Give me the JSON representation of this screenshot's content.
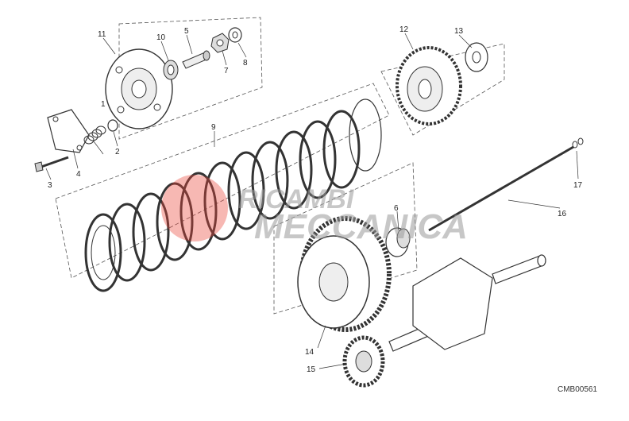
{
  "diagram": {
    "code": "CMB00561",
    "watermark": {
      "line1": "RICAMBI",
      "line2": "MECCANICA"
    },
    "labels": [
      "1",
      "2",
      "3",
      "4",
      "5",
      "6",
      "7",
      "8",
      "9",
      "10",
      "11",
      "12",
      "13",
      "14",
      "15",
      "16",
      "17"
    ]
  }
}
